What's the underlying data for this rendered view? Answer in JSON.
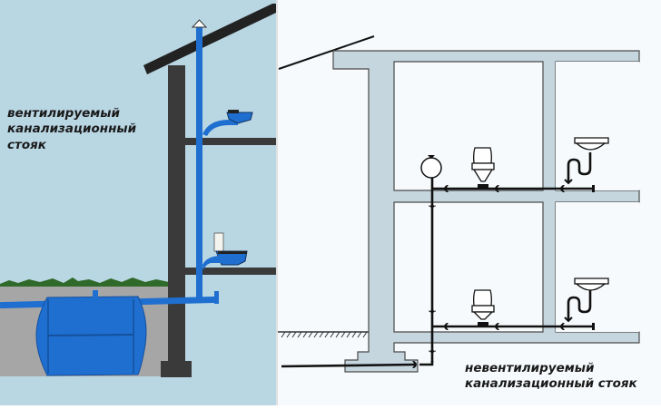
{
  "left_panel": {
    "title_lines": [
      "вентилируемый",
      "канализационный",
      "стояк"
    ],
    "colors": {
      "background": "#b9d6e3",
      "wall": "#3a3a3a",
      "pipe": "#1f6fd1",
      "soil": "#a6a6a6",
      "grass": "#2f6a2a",
      "tank": "#1f6fd1"
    },
    "elements": [
      "roof",
      "house-wall",
      "floor-upper",
      "floor-lower",
      "vent-riser",
      "vent-cap",
      "sink",
      "toilet",
      "septic-tank",
      "outlet-pipe",
      "ground-line",
      "foundation"
    ]
  },
  "right_panel": {
    "title_lines": [
      "невентилируемый",
      "канализационный стояк"
    ],
    "colors": {
      "background": "#f7fafc",
      "structure": "#c5d6df",
      "structure_outline": "#4a4a4a",
      "pipe": "#111111"
    },
    "elements": [
      "roof-line",
      "outer-wall",
      "upper-slab",
      "middle-slab",
      "lower-slab",
      "inner-column",
      "foundation",
      "riser",
      "tee-fittings",
      "toilet-upper",
      "toilet-lower",
      "sink-upper",
      "sink-lower",
      "trap-upper",
      "trap-lower",
      "outlet-pipe",
      "ground-hatch",
      "cleanout"
    ]
  }
}
